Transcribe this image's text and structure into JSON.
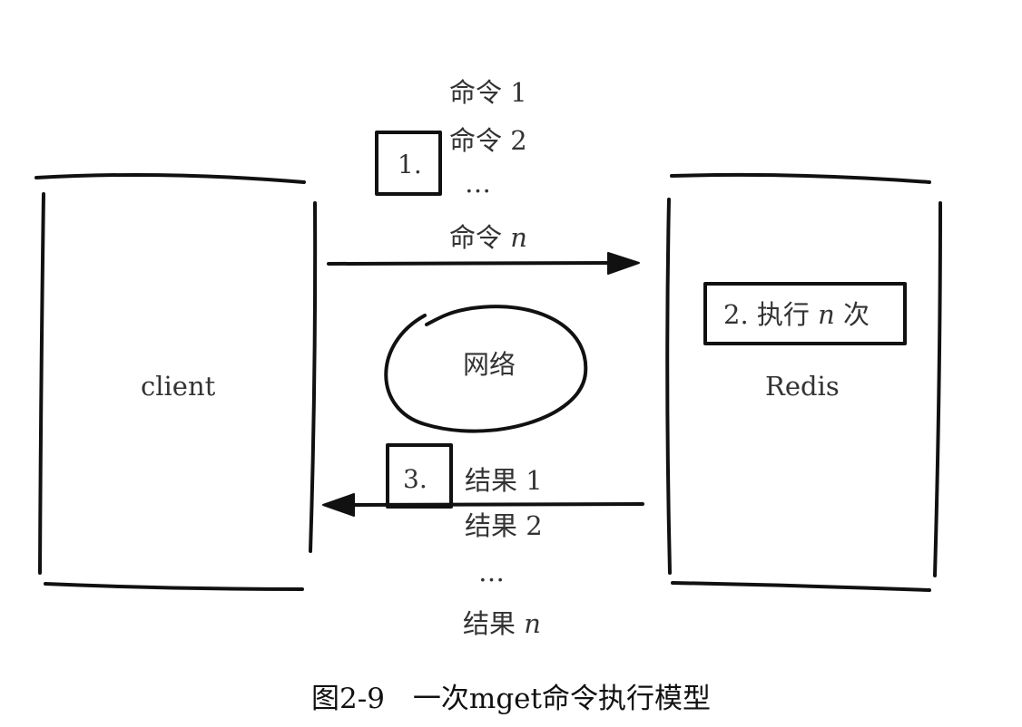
{
  "diagram": {
    "client_label": "client",
    "server_label": "Redis",
    "network_label": "网络",
    "step1": {
      "badge": "1.",
      "commands": [
        "命令 1",
        "命令 2",
        "…"
      ],
      "last_prefix": "命令 ",
      "last_var": "n"
    },
    "step2": {
      "prefix": "2. 执行 ",
      "var": "n",
      "suffix": " 次"
    },
    "step3": {
      "badge": "3.",
      "results": [
        "结果 1",
        "结果 2",
        "…"
      ],
      "last_prefix": "结果 ",
      "last_var": "n"
    }
  },
  "caption": "图2-9　一次mget命令执行模型"
}
